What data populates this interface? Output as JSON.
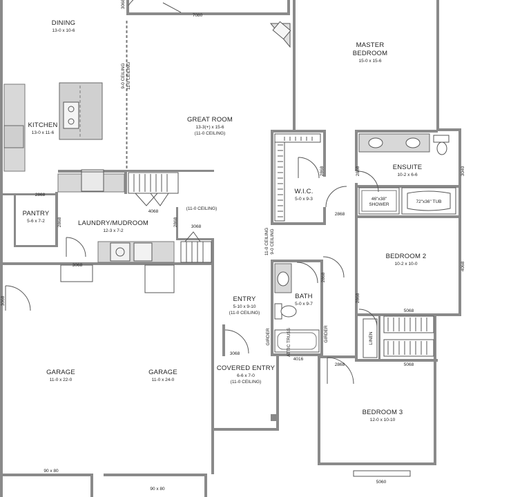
{
  "rooms": {
    "dining": {
      "name": "DINING",
      "size": "13-0 x 10-6"
    },
    "kitchen": {
      "name": "KITCHEN",
      "size": "13-0 x 11-6"
    },
    "great_room": {
      "name": "GREAT ROOM",
      "size": "13-3(+) x 15-6",
      "note": "(11-0 CEILING)"
    },
    "master_bedroom": {
      "name1": "MASTER",
      "name2": "BEDROOM",
      "size": "15-0 x 15-6"
    },
    "ensuite": {
      "name": "ENSUITE",
      "size": "10-2 x 6-6"
    },
    "wic": {
      "name": "W.I.C.",
      "size": "5-0 x 9-3"
    },
    "pantry": {
      "name": "PANTRY",
      "size": "5-6 x 7-2"
    },
    "laundry": {
      "name": "LAUNDRY/MUDROOM",
      "size": "12-3 x 7-2"
    },
    "bedroom2": {
      "name": "BEDROOM 2",
      "size": "10-2 x 10-0"
    },
    "entry": {
      "name": "ENTRY",
      "size": "5-10 x 9-10",
      "note": "(11-0 CEILING)"
    },
    "bath": {
      "name": "BATH",
      "size": "5-0 x 9-7"
    },
    "garage_left": {
      "name": "GARAGE",
      "size": "11-0 x 22-0"
    },
    "garage_right": {
      "name": "GARAGE",
      "size": "11-0 x 24-0"
    },
    "covered_entry": {
      "name": "COVERED ENTRY",
      "size": "6-6 x 7-0",
      "note": "(11-0 CEILING)"
    },
    "bedroom3": {
      "name": "BEDROOM 3",
      "size": "12-0 x 10-10"
    }
  },
  "labels": {
    "ceiling_left": "9-0 CEILING",
    "ceiling_right": "11-0 CEILING",
    "ceiling_pair_a": "11-0 CEILING",
    "ceiling_pair_b": "9-0 CEILING",
    "ceiling_laundry": "(11-0 CEILING)",
    "shower": "46\"x38\"",
    "shower2": "SHOWER",
    "tub": "72\"x36\" TUB",
    "linen": "LINEN",
    "girder_a": "GIRDER",
    "girder_b": "GIRDER",
    "attic": "ATTIC TRUSS"
  },
  "dims": {
    "d7080": "7080",
    "d2868_pantry": "2868",
    "d2868_wic": "2868",
    "d2868_ensuite": "2868",
    "d2868_wic_bottom": "2868",
    "d2868_pantry_v": "2868",
    "d2868_laundry_v": "2868",
    "d4068_laundry": "4068",
    "d3068_laundry": "3068",
    "d3068_mud": "3068",
    "d3068_garage": "3068",
    "d3068_entry": "3068",
    "d2868_bath": "2868",
    "d2868_bed2": "2868",
    "d2868_bed3": "2868",
    "d5068_bed2": "5068",
    "d5068_bed3": "5068",
    "d4068_bed2": "4068",
    "d3040": "3040",
    "d4016": "4016",
    "d9080_a": "90 x 80",
    "d9080_b": "90 x 80",
    "d5060": "5060",
    "d3068_top": "3068"
  }
}
